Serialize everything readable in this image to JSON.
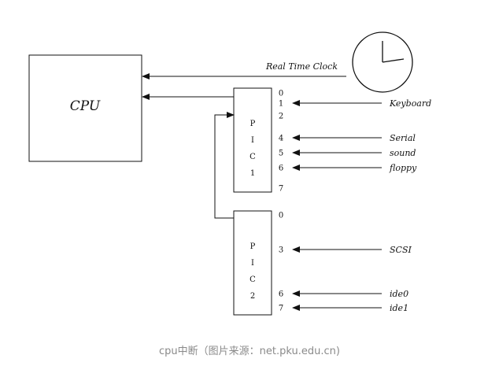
{
  "cpu": {
    "label": "CPU"
  },
  "clock": {
    "label": "Real Time Clock"
  },
  "pic1": {
    "letters": [
      "P",
      "I",
      "C",
      "1"
    ]
  },
  "pic2": {
    "letters": [
      "P",
      "I",
      "C",
      "2"
    ]
  },
  "pic1_pins": [
    {
      "pin": "0",
      "device": ""
    },
    {
      "pin": "1",
      "device": "Keyboard"
    },
    {
      "pin": "2",
      "device": ""
    },
    {
      "pin": "4",
      "device": "Serial"
    },
    {
      "pin": "5",
      "device": "sound"
    },
    {
      "pin": "6",
      "device": "floppy"
    },
    {
      "pin": "7",
      "device": ""
    }
  ],
  "pic2_pins": [
    {
      "pin": "0",
      "device": ""
    },
    {
      "pin": "3",
      "device": "SCSI"
    },
    {
      "pin": "6",
      "device": "ide0"
    },
    {
      "pin": "7",
      "device": "ide1"
    }
  ],
  "caption": "cpu中断（图片来源：net.pku.edu.cn)"
}
